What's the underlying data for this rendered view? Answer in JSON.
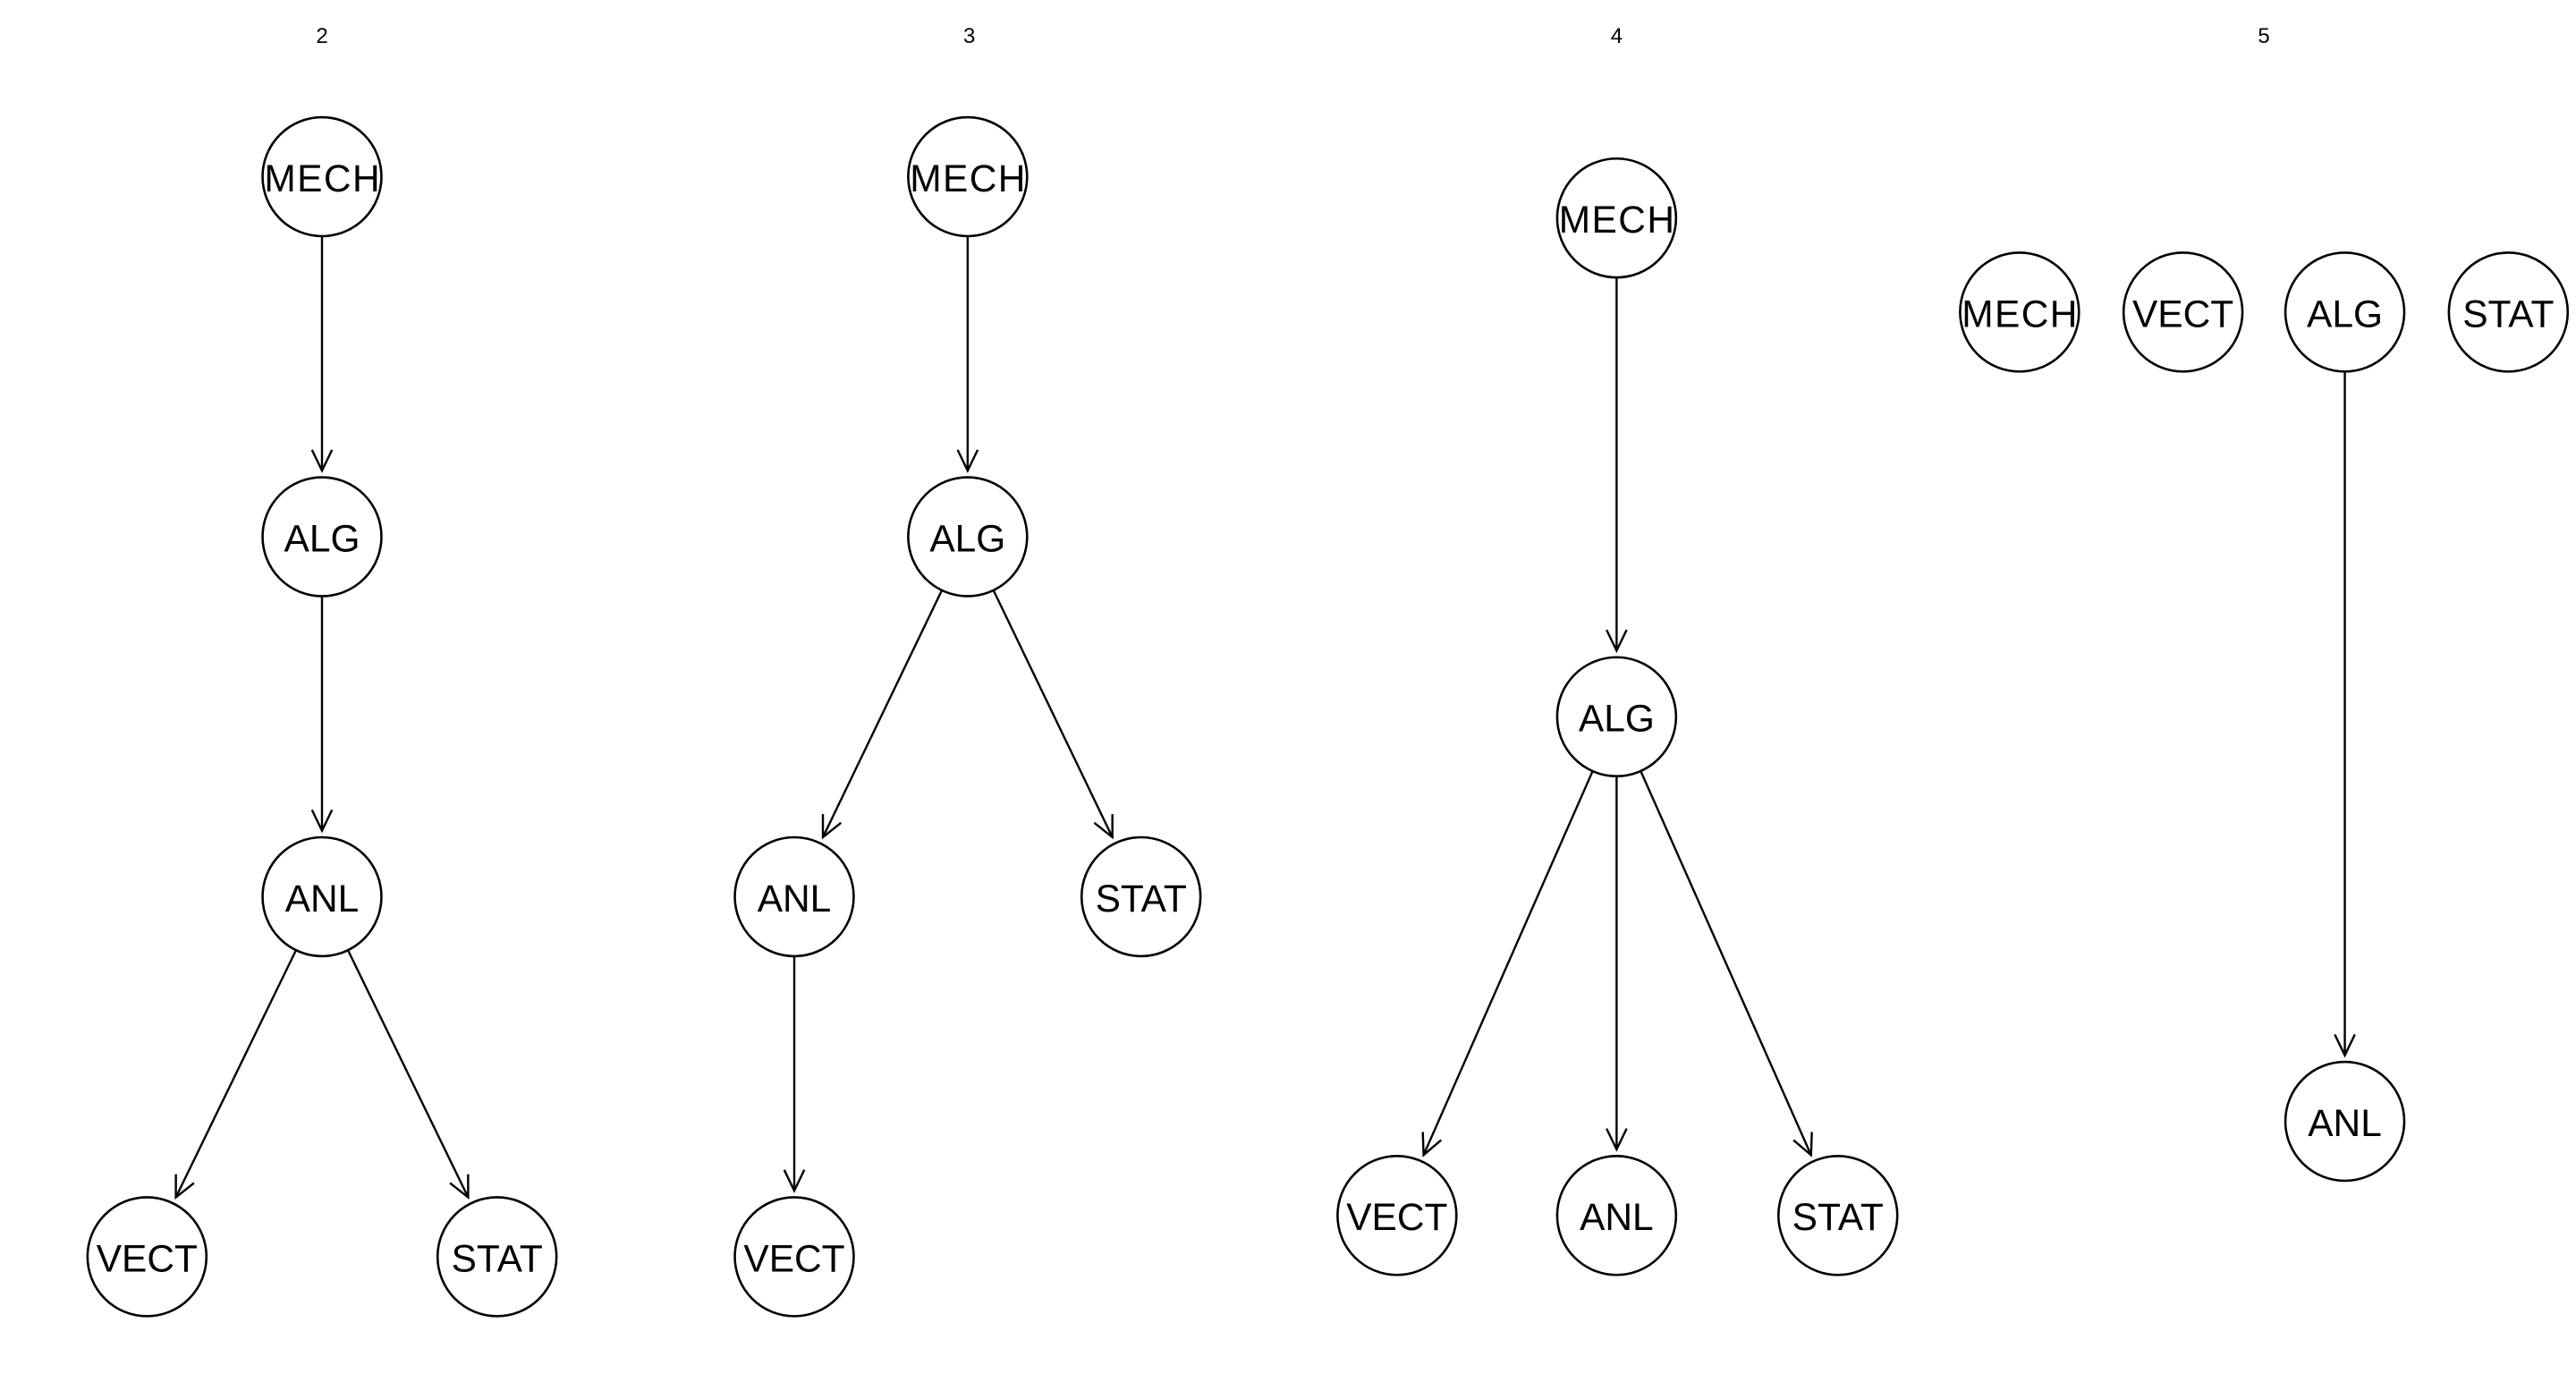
{
  "colors": {
    "stroke": "#000000",
    "background": "#ffffff"
  },
  "panels": [
    {
      "title": "2",
      "nodes": [
        "MECH",
        "ALG",
        "ANL",
        "VECT",
        "STAT"
      ],
      "edges": [
        [
          "MECH",
          "ALG"
        ],
        [
          "ALG",
          "ANL"
        ],
        [
          "ANL",
          "VECT"
        ],
        [
          "ANL",
          "STAT"
        ]
      ]
    },
    {
      "title": "3",
      "nodes": [
        "MECH",
        "ALG",
        "ANL",
        "STAT",
        "VECT"
      ],
      "edges": [
        [
          "MECH",
          "ALG"
        ],
        [
          "ALG",
          "ANL"
        ],
        [
          "ALG",
          "STAT"
        ],
        [
          "ANL",
          "VECT"
        ]
      ]
    },
    {
      "title": "4",
      "nodes": [
        "MECH",
        "ALG",
        "VECT",
        "ANL",
        "STAT"
      ],
      "edges": [
        [
          "MECH",
          "ALG"
        ],
        [
          "ALG",
          "VECT"
        ],
        [
          "ALG",
          "ANL"
        ],
        [
          "ALG",
          "STAT"
        ]
      ]
    },
    {
      "title": "5",
      "nodes": [
        "MECH",
        "VECT",
        "ALG",
        "STAT",
        "ANL"
      ],
      "edges": [
        [
          "ALG",
          "ANL"
        ]
      ]
    }
  ]
}
